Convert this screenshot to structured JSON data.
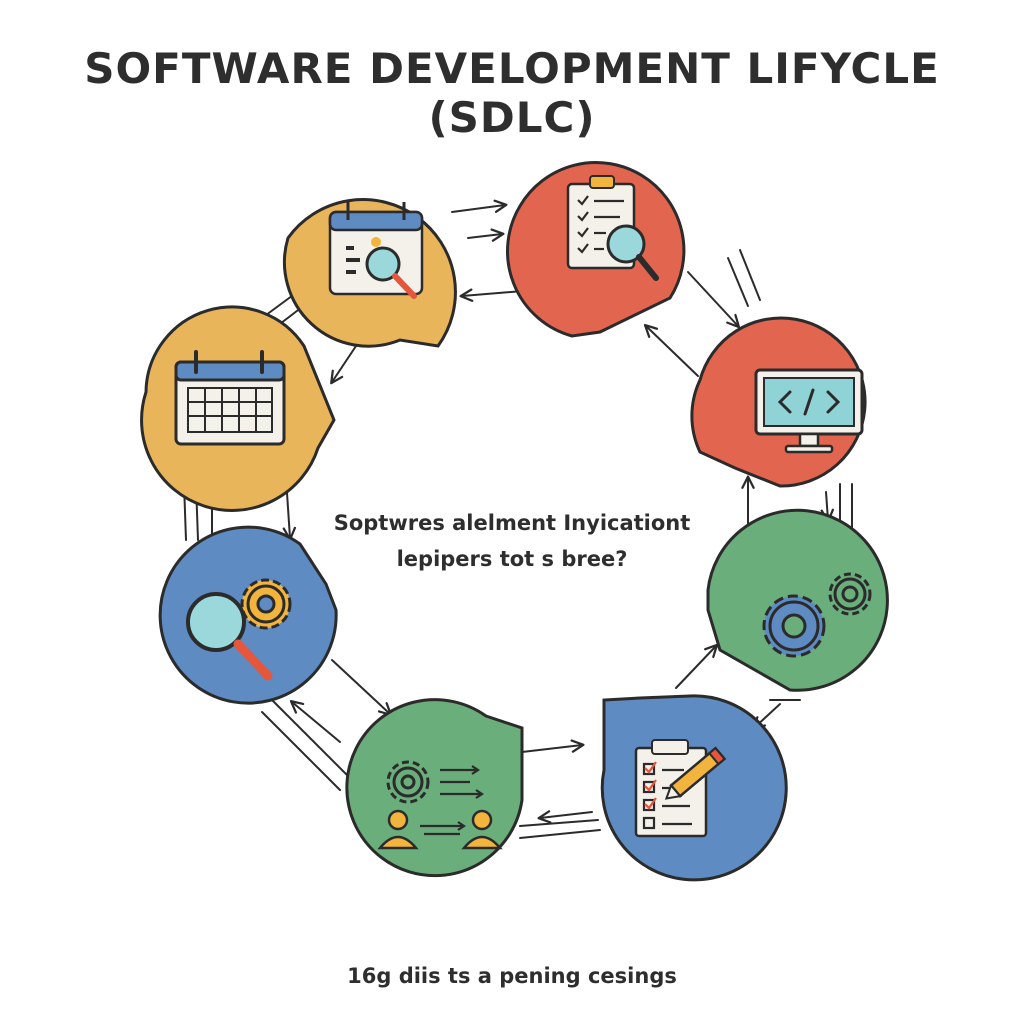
{
  "title": "SOFTWARE DEVELOPMENT LIFYCLE (SDLC)",
  "center_text": {
    "line1": "Soptwres alelment Inyicationt",
    "line2": "lepipers tot s bree?"
  },
  "footer": "16g diis ts a pening cesings",
  "colors": {
    "yellow": "#e9b55a",
    "red": "#e2654f",
    "green": "#6aae7b",
    "blue": "#5e8bc1",
    "outline": "#2b2b2b",
    "lens": "#9ad8dc",
    "screen": "#8fd3d6",
    "paper": "#f4f1ea",
    "gear": "#f2b43c",
    "handle": "#e4573d"
  },
  "stages": [
    {
      "name": "requirements-planning",
      "color": "yellow",
      "icon": "calendar-search-icon"
    },
    {
      "name": "requirements-analysis",
      "color": "red",
      "icon": "clipboard-search-icon"
    },
    {
      "name": "development",
      "color": "red",
      "icon": "code-monitor-icon"
    },
    {
      "name": "deployment",
      "color": "green",
      "icon": "gears-icon"
    },
    {
      "name": "testing",
      "color": "blue",
      "icon": "checklist-pencil-icon"
    },
    {
      "name": "maintenance",
      "color": "green",
      "icon": "team-gear-icon"
    },
    {
      "name": "review",
      "color": "blue",
      "icon": "magnifier-gear-icon"
    },
    {
      "name": "scheduling",
      "color": "yellow",
      "icon": "calendar-icon"
    }
  ]
}
